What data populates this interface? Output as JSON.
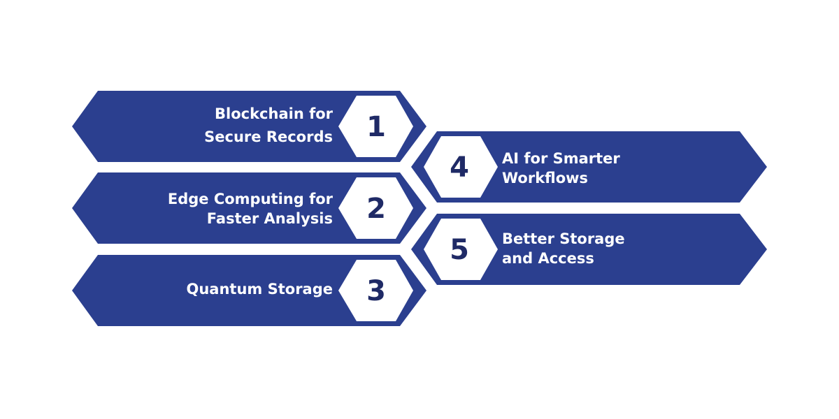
{
  "colors": {
    "banner": "#2b3f8f",
    "badge_fill": "#ffffff",
    "number": "#1f2a66",
    "label": "#ffffff"
  },
  "items": [
    {
      "number": "1",
      "lines": [
        "Blockchain for",
        "Secure Records"
      ]
    },
    {
      "number": "2",
      "lines": [
        "Edge Computing for",
        "Faster Analysis"
      ]
    },
    {
      "number": "3",
      "lines": [
        "Quantum Storage"
      ]
    },
    {
      "number": "4",
      "lines": [
        "AI for Smarter",
        "Workflows"
      ]
    },
    {
      "number": "5",
      "lines": [
        "Better Storage",
        "and Access"
      ]
    }
  ]
}
